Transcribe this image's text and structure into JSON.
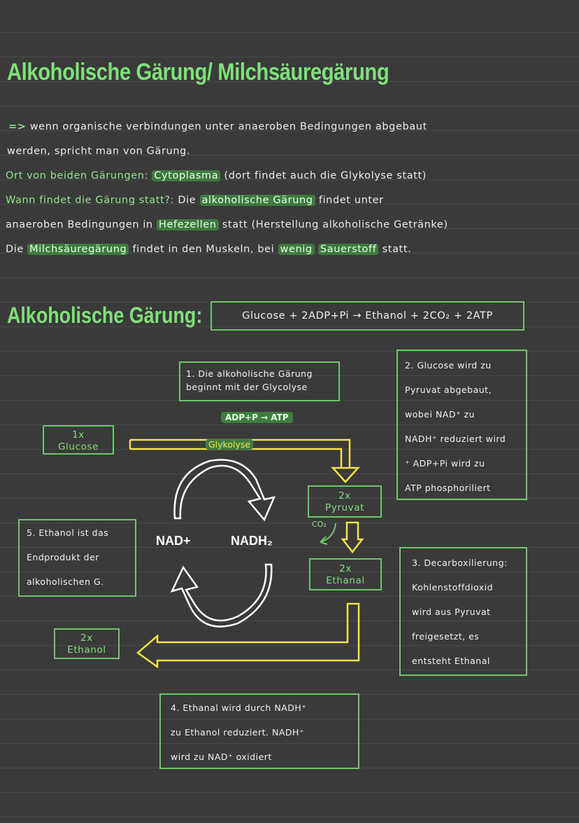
{
  "title": "Alkoholische Gärung/ Milchsäuregärung",
  "intro": {
    "arrow": "=>",
    "line1": "wenn organische verbindungen unter anaeroben Bedingungen abgebaut",
    "line2": "werden, spricht man von Gärung.",
    "ort_label": "Ort von beiden Gärungen:",
    "ort_value": "Cytoplasma",
    "ort_note": "(dort findet auch die Glykolyse statt)",
    "wann_label": "Wann findet die Gärung statt?:",
    "wann_text1": "Die",
    "wann_hl1": "alkoholische Gärung",
    "wann_text2": "findet unter",
    "line4_a": "anaeroben Bedingungen in",
    "line4_hl": "Hefezellen",
    "line4_b": "statt (Herstellung alkoholische Getränke)",
    "line5_a": "Die",
    "line5_hl1": "Milchsäuregärung",
    "line5_b": "findet in den Muskeln, bei",
    "line5_hl2": "wenig",
    "line5_hl3": "Sauerstoff",
    "line5_c": "statt."
  },
  "section": {
    "heading": "Alkoholische Gärung:",
    "equation": "Glucose + 2ADP+Pi  →  Ethanol + 2CO₂ + 2ATP"
  },
  "diagram": {
    "step1": [
      "1. Die alkoholische Gärung",
      "beginnt mit der Glycolyse"
    ],
    "adp_label": "ADP+P → ATP",
    "glykolyse_label": "Glykolyse",
    "glucose": [
      "1x",
      "Glucose"
    ],
    "pyruvat": [
      "2x",
      "Pyruvat"
    ],
    "co2": "CO₂",
    "ethanal": [
      "2x",
      "Ethanal"
    ],
    "ethanol": [
      "2x",
      "Ethanol"
    ],
    "nad": "NAD+",
    "nadh": "NADH₂",
    "step2": [
      "2. Glucose wird zu",
      "Pyruvat abgebaut,",
      "wobei NAD⁺ zu",
      "NADH⁺ reduziert wird",
      "⁺ ADP+Pi wird zu",
      "ATP phosphoriliert"
    ],
    "step3": [
      "3. Decarboxilierung:",
      "Kohlenstoffdioxid",
      "wird aus Pyruvat",
      "freigesetzt, es",
      "entsteht Ethanal"
    ],
    "step4": [
      "4. Ethanal wird durch NADH⁺",
      "zu Ethanol reduziert. NADH⁺",
      "wird zu NAD⁺ oxidiert"
    ],
    "step5": [
      "5. Ethanol ist das",
      "Endprodukt der",
      "alkoholischen G."
    ]
  }
}
